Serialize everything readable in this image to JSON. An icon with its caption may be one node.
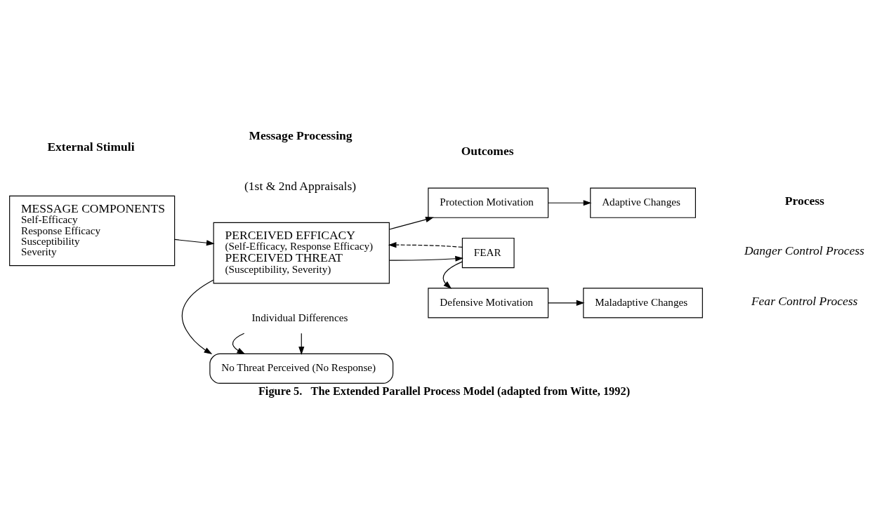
{
  "diagram": {
    "caption": "Figure 5.   The Extended Parallel Process Model (adapted from Witte, 1992)",
    "nodes": [
      {
        "text": [
          "MESSAGE COMPONENTS",
          "Self-Efficacy",
          "Response Efficacy",
          "Susceptibility",
          "Severity"
        ]
      },
      {
        "text": [
          "PERCEIVED EFFICACY",
          "(Self-Efficacy, Response Efficacy)",
          "PERCEIVED THREAT",
          "(Susceptibility, Severity)"
        ]
      },
      {
        "text": [
          "Protection Motivation"
        ]
      },
      {
        "text": [
          "Adaptive Changes"
        ]
      },
      {
        "text": [
          "FEAR"
        ]
      },
      {
        "text": [
          "Defensive Motivation"
        ]
      },
      {
        "text": [
          "Maladaptive Changes"
        ]
      },
      {
        "text": [
          "No Threat Perceived (No Response)"
        ]
      },
      {
        "text": [
          "Individual Differences"
        ]
      }
    ],
    "edges": [
      {
        "from": 0,
        "to": 1,
        "arrow": "to"
      },
      {
        "from": 1,
        "to": 2,
        "arrow": "to"
      },
      {
        "from": 2,
        "to": 3,
        "arrow": "to"
      },
      {
        "from": 4,
        "to": 1,
        "arrow": "to",
        "style": "dashed"
      },
      {
        "from": 1,
        "to": 4,
        "arrow": "to"
      },
      {
        "from": 4,
        "to": 5,
        "arrow": "to"
      },
      {
        "from": 5,
        "to": 6,
        "arrow": "to"
      },
      {
        "from": 1,
        "to": 7,
        "arrow": "to"
      },
      {
        "from": 8,
        "to": 7,
        "arrow": "to"
      },
      {
        "from": 8,
        "to": 7,
        "arrow": "to"
      }
    ],
    "labels": [
      "External Stimuli",
      "Message Processing",
      "(1st & 2nd Appraisals)",
      "Outcomes",
      "Process",
      "Danger Control Process",
      "Fear Control Process"
    ]
  }
}
